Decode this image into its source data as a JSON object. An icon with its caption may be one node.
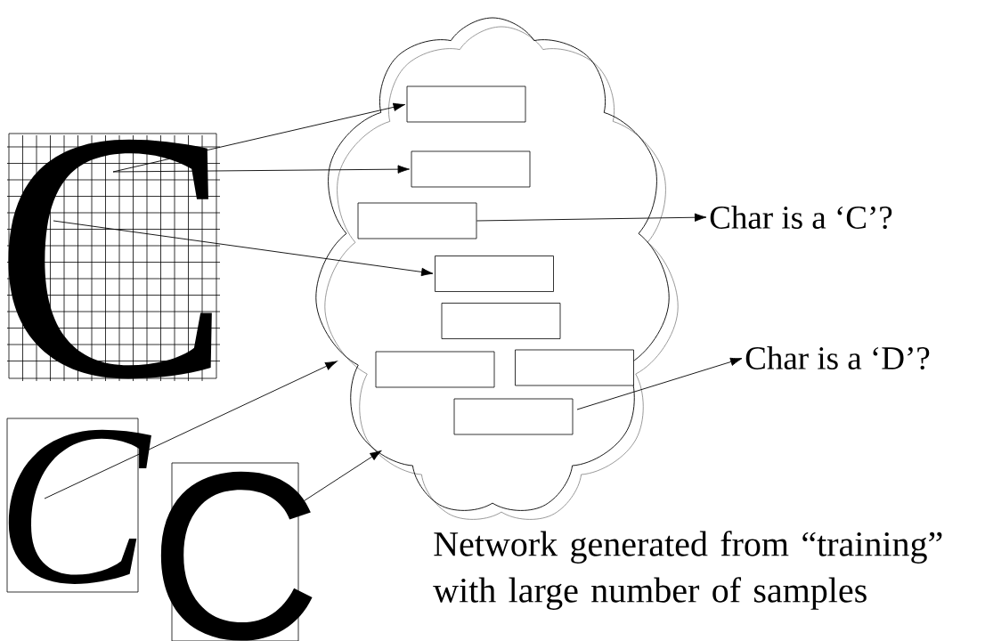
{
  "diagram": {
    "nodes": [
      {
        "text": [
          "C"
        ]
      },
      {
        "text": [
          "C"
        ]
      },
      {
        "text": [
          "C"
        ]
      },
      {
        "text": [],
        "shape": "cloud"
      },
      {
        "text": [],
        "shape": "box",
        "in": 3
      },
      {
        "text": [],
        "shape": "box",
        "in": 3
      },
      {
        "text": [],
        "shape": "box",
        "in": 3
      },
      {
        "text": [],
        "shape": "box",
        "in": 3
      },
      {
        "text": [],
        "shape": "box",
        "in": 3
      },
      {
        "text": [],
        "shape": "box",
        "in": 3
      },
      {
        "text": [],
        "shape": "box",
        "in": 3
      },
      {
        "text": [],
        "shape": "box",
        "in": 3
      },
      {
        "text": [
          "Char is a ‘C’?"
        ]
      },
      {
        "text": [
          "Char is a ‘D’?"
        ]
      }
    ],
    "edges": [
      {
        "from": 0,
        "to": 4,
        "arrow": "to"
      },
      {
        "from": 0,
        "to": 5,
        "arrow": "to"
      },
      {
        "from": 0,
        "to": 7,
        "arrow": "to"
      },
      {
        "from": 6,
        "to": 12,
        "arrow": "to"
      },
      {
        "from": 1,
        "to": 3,
        "arrow": "to"
      },
      {
        "from": 2,
        "to": 3,
        "arrow": "to"
      },
      {
        "from": 11,
        "to": 13,
        "arrow": "to"
      }
    ],
    "labels": [
      "Network generated from “training” with large number of samples"
    ]
  }
}
